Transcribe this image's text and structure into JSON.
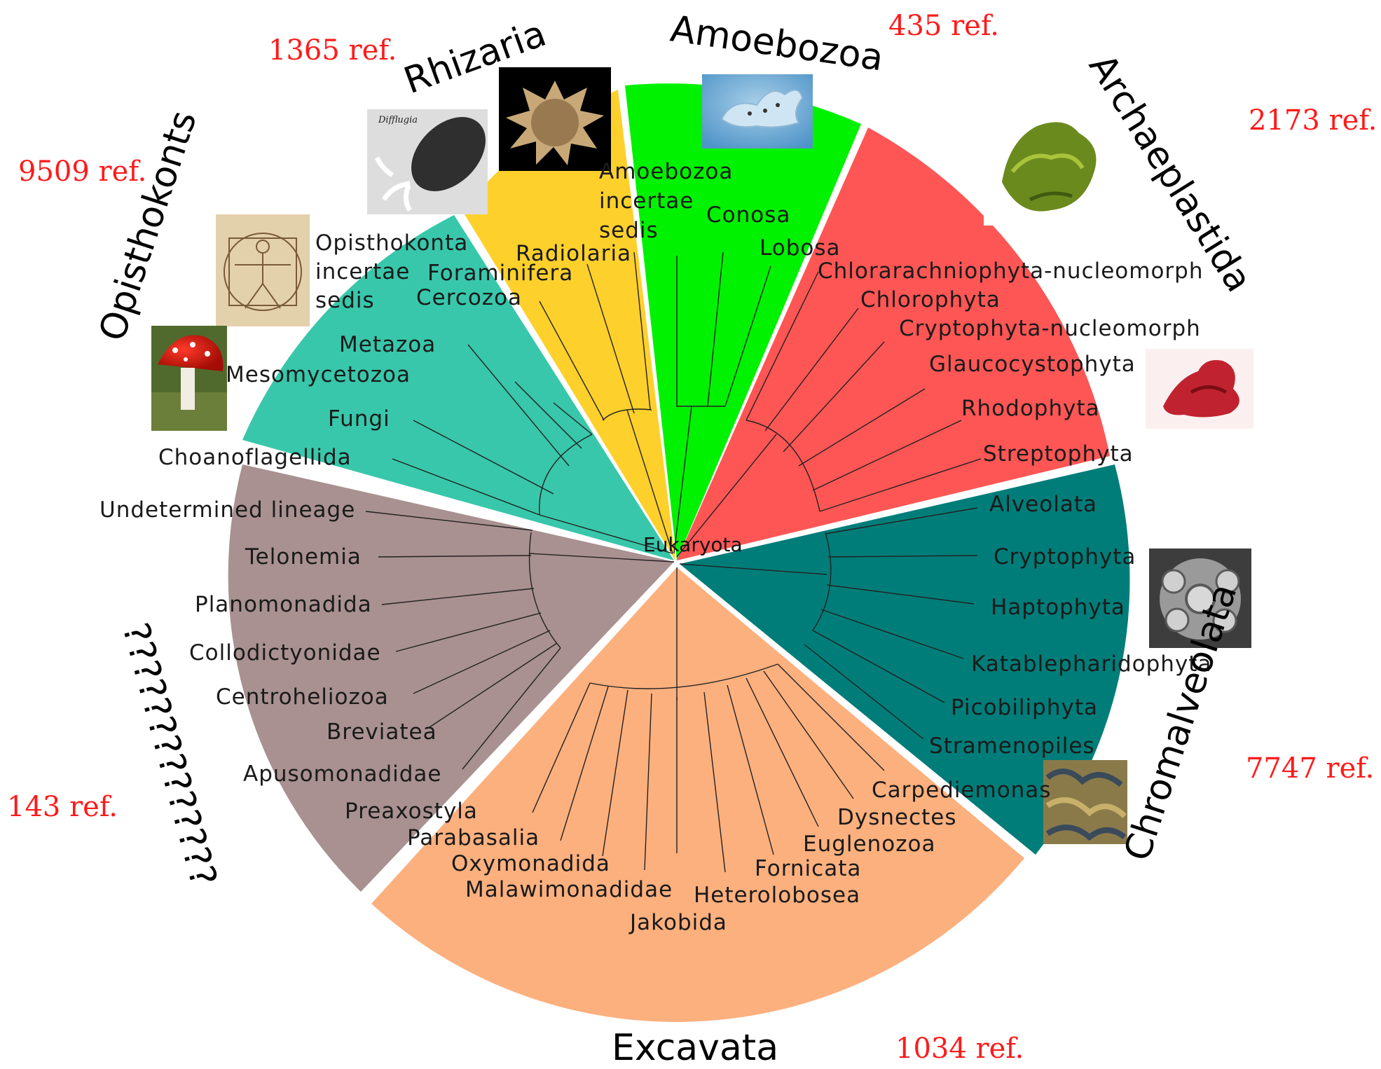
{
  "root_label": "Eukaryota",
  "colors": {
    "opisthokonts": "#38c7ab",
    "rhizaria": "#fdd02c",
    "amoebozoa": "#00f200",
    "archaeplastida": "#fd5655",
    "chromalveolata": "#007d79",
    "excavata": "#fcb07e",
    "undetermined": "#a89190"
  },
  "groups": {
    "opisthokonts": {
      "name": "Opisthokonts",
      "refs": "9509 ref."
    },
    "rhizaria": {
      "name": "Rhizaria",
      "refs": "1365 ref."
    },
    "amoebozoa": {
      "name": "Amoebozoa",
      "refs": "435 ref."
    },
    "archaeplastida": {
      "name": "Archaeplastida",
      "refs": "2173 ref."
    },
    "chromalveolata": {
      "name": "Chromalveolata",
      "refs": "7747 ref."
    },
    "excavata": {
      "name": "Excavata",
      "refs": "1034 ref."
    },
    "undetermined": {
      "name": "??????????????",
      "refs": "143 ref."
    }
  },
  "taxa": {
    "opisthokonta_incertae_1": "Opisthokonta",
    "opisthokonta_incertae_2": "incertae",
    "opisthokonta_incertae_3": "sedis",
    "metazoa": "Metazoa",
    "mesomycetozoa": "Mesomycetozoa",
    "fungi": "Fungi",
    "choanoflagellida": "Choanoflagellida",
    "foraminifera": "Foraminifera",
    "cercozoa": "Cercozoa",
    "radiolaria": "Radiolaria",
    "amoebozoa_incertae_1": "Amoebozoa",
    "amoebozoa_incertae_2": "incertae",
    "amoebozoa_incertae_3": "sedis",
    "conosa": "Conosa",
    "lobosa": "Lobosa",
    "chlorarachniophyta": "Chlorarachniophyta-nucleomorph",
    "chlorophyta": "Chlorophyta",
    "cryptophyta_nucleomorph": "Cryptophyta-nucleomorph",
    "glaucocystophyta": "Glaucocystophyta",
    "rhodophyta": "Rhodophyta",
    "streptophyta": "Streptophyta",
    "alveolata": "Alveolata",
    "cryptophyta": "Cryptophyta",
    "haptophyta": "Haptophyta",
    "katablepharidophyta": "Katablepharidophyta",
    "picobiliphyta": "Picobiliphyta",
    "stramenopiles": "Stramenopiles",
    "carpediemonas": "Carpediemonas",
    "dysnectes": "Dysnectes",
    "euglenozoa": "Euglenozoa",
    "fornicata": "Fornicata",
    "heterolobosea": "Heterolobosea",
    "jakobida": "Jakobida",
    "malawimonadidae": "Malawimonadidae",
    "oxymonadida": "Oxymonadida",
    "parabasalia": "Parabasalia",
    "preaxostyla": "Preaxostyla",
    "undetermined_lineage": "Undetermined  lineage",
    "telonemia": "Telonemia",
    "planomonadida": "Planomonadida",
    "collodictyonidae": "Collodictyonidae",
    "centroheliozoa": "Centroheliozoa",
    "breviatea": "Breviatea",
    "apusomonadidae": "Apusomonadidae"
  },
  "photos": {
    "difflugia_caption": "Difflugia"
  }
}
